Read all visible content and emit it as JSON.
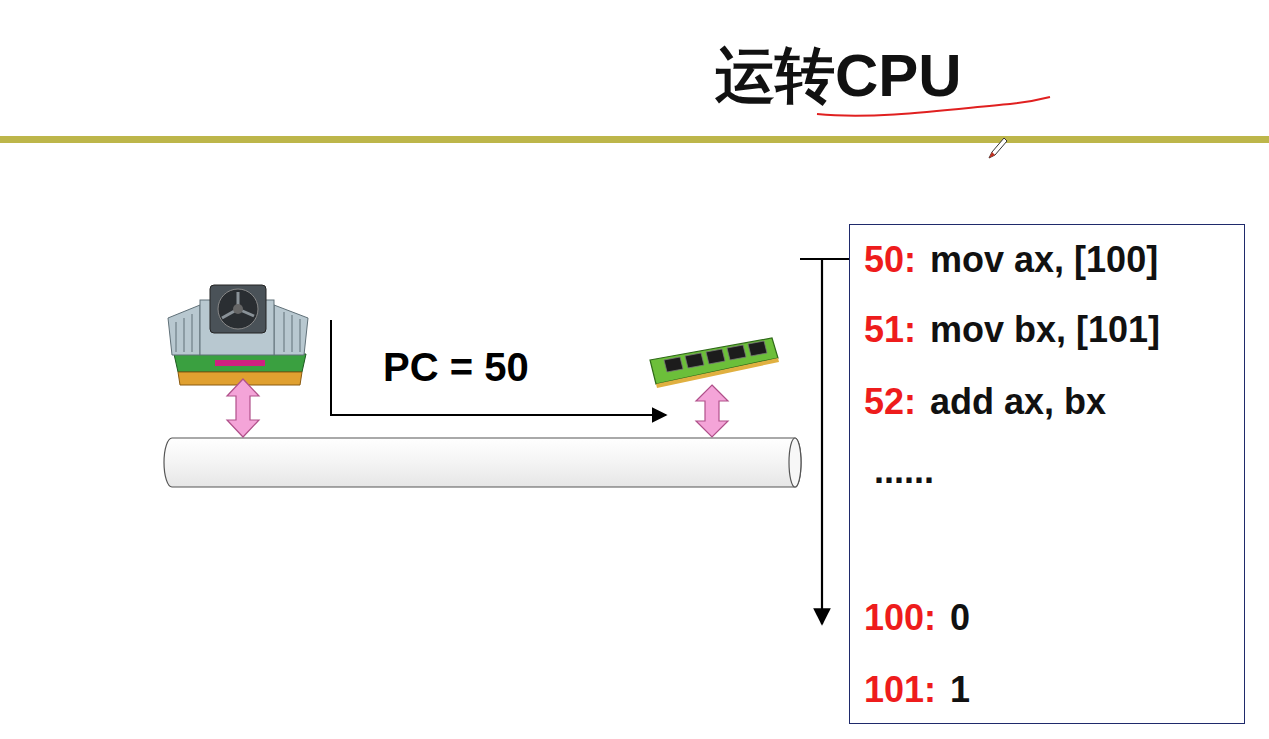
{
  "diagram": {
    "title": "运转CPU",
    "nodes": [
      {
        "text": [
          "50:",
          "mov ax, [100]",
          "51:",
          "mov bx, [101]",
          "52:",
          "add ax, bx",
          "......",
          "100:",
          "0",
          "101:",
          "1"
        ]
      }
    ],
    "labels": [
      "PC = 50"
    ]
  }
}
